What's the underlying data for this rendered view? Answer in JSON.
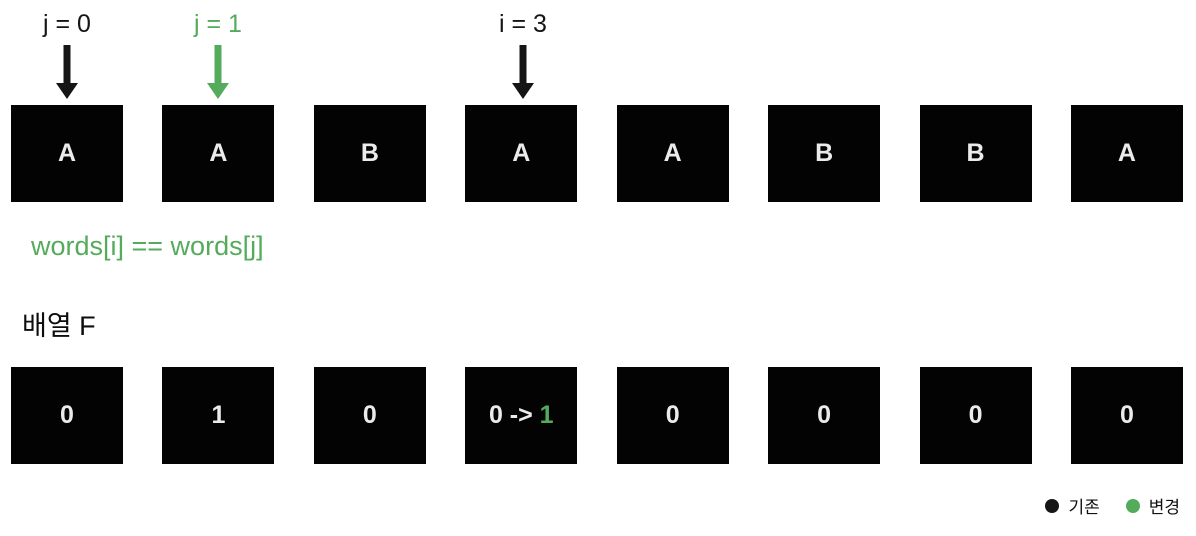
{
  "colors": {
    "black": "#151515",
    "green": "#55ab5c",
    "box_bg": "#030303",
    "box_text": "#ebebeb"
  },
  "pointers": [
    {
      "label": "j = 0",
      "color": "black",
      "points_to_index": 0
    },
    {
      "label": "j = 1",
      "color": "green",
      "points_to_index": 1
    },
    {
      "label": "i = 3",
      "color": "black",
      "points_to_index": 3
    }
  ],
  "words_row": {
    "cells": [
      "A",
      "A",
      "B",
      "A",
      "A",
      "B",
      "B",
      "A"
    ]
  },
  "condition_text": "words[i] == words[j]",
  "array_label": "배열 F",
  "f_row": {
    "cells": [
      "0",
      "1",
      "0",
      "",
      "0",
      "0",
      "0",
      "0"
    ],
    "change": {
      "old": "0",
      "arrow": " -> ",
      "new": "1",
      "index": 3
    }
  },
  "legend": [
    {
      "label": "기존",
      "color": "black"
    },
    {
      "label": "변경",
      "color": "green"
    }
  ]
}
